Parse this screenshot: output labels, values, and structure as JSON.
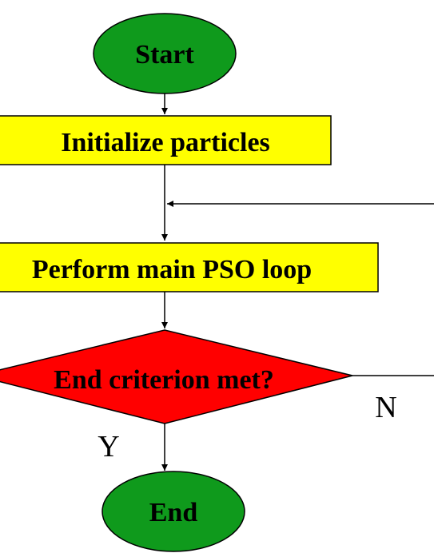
{
  "colors": {
    "terminal_fill": "#0f9a1c",
    "process_fill": "#ffff00",
    "decision_fill": "#ff0000",
    "stroke": "#000000",
    "text": "#000000"
  },
  "nodes": {
    "start": {
      "label": "Start",
      "shape": "ellipse"
    },
    "init": {
      "label": "Initialize particles",
      "shape": "rectangle"
    },
    "loop": {
      "label": "Perform main PSO loop",
      "shape": "rectangle"
    },
    "decision": {
      "label": "End criterion met?",
      "shape": "diamond"
    },
    "end": {
      "label": "End",
      "shape": "ellipse"
    }
  },
  "edges": {
    "no_label": "N",
    "yes_label": "Y"
  }
}
